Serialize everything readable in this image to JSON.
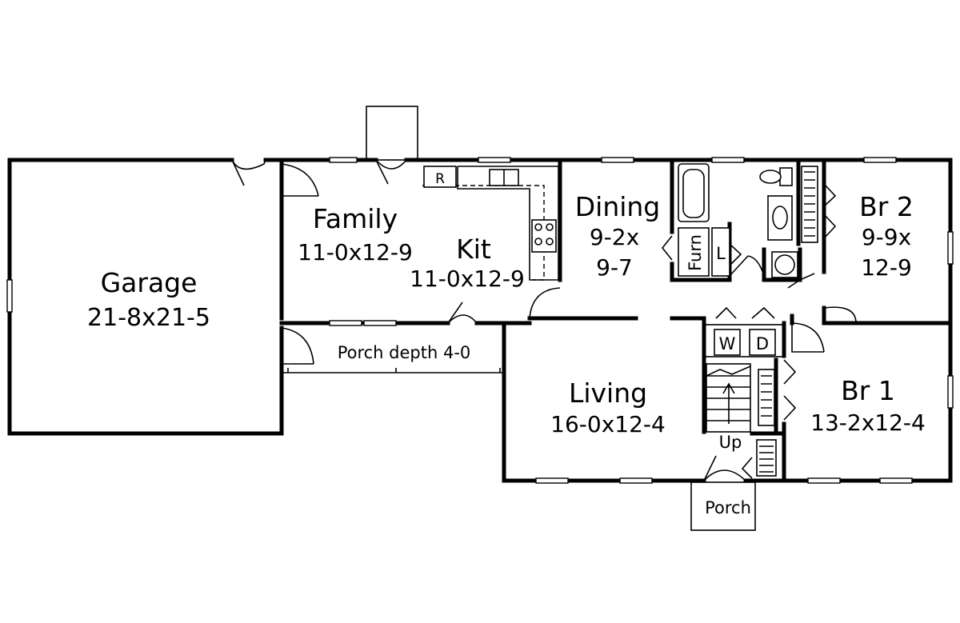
{
  "rooms": {
    "garage": {
      "name": "Garage",
      "size": "21-8x21-5"
    },
    "family": {
      "name": "Family",
      "size": "11-0x12-9"
    },
    "kitchen": {
      "name": "Kit",
      "size": "11-0x12-9"
    },
    "dining": {
      "name": "Dining",
      "size_line1": "9-2x",
      "size_line2": "9-7"
    },
    "bedroom2": {
      "name": "Br 2",
      "size_line1": "9-9x",
      "size_line2": "12-9"
    },
    "living": {
      "name": "Living",
      "size": "16-0x12-4"
    },
    "bedroom1": {
      "name": "Br 1",
      "size": "13-2x12-4"
    }
  },
  "rear_porch": {
    "label": "Porch depth 4-0"
  },
  "front_porch": {
    "label": "Porch"
  },
  "fixtures": {
    "refrigerator": "R",
    "furnace": "Furn",
    "linen": "L",
    "washer": "W",
    "dryer": "D",
    "stairs": "Up"
  }
}
